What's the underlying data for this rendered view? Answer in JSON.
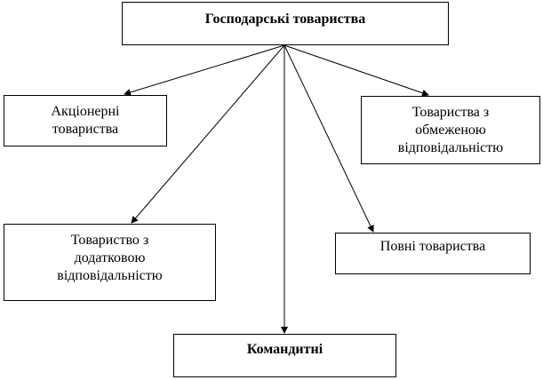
{
  "root": {
    "label": "Господарські товариства"
  },
  "children": [
    {
      "id": "joint-stock",
      "lines": [
        "Акціонерні",
        "товариства"
      ]
    },
    {
      "id": "llc",
      "lines": [
        "Товариства з",
        "обмеженою",
        "відповідальністю"
      ]
    },
    {
      "id": "additional-liability",
      "lines": [
        "Товариство з",
        "додатковою",
        "відповідальністю"
      ]
    },
    {
      "id": "general-partnership",
      "lines": [
        "Повні товариства"
      ]
    },
    {
      "id": "limited-partnership",
      "lines": [
        "Командитні"
      ]
    }
  ]
}
